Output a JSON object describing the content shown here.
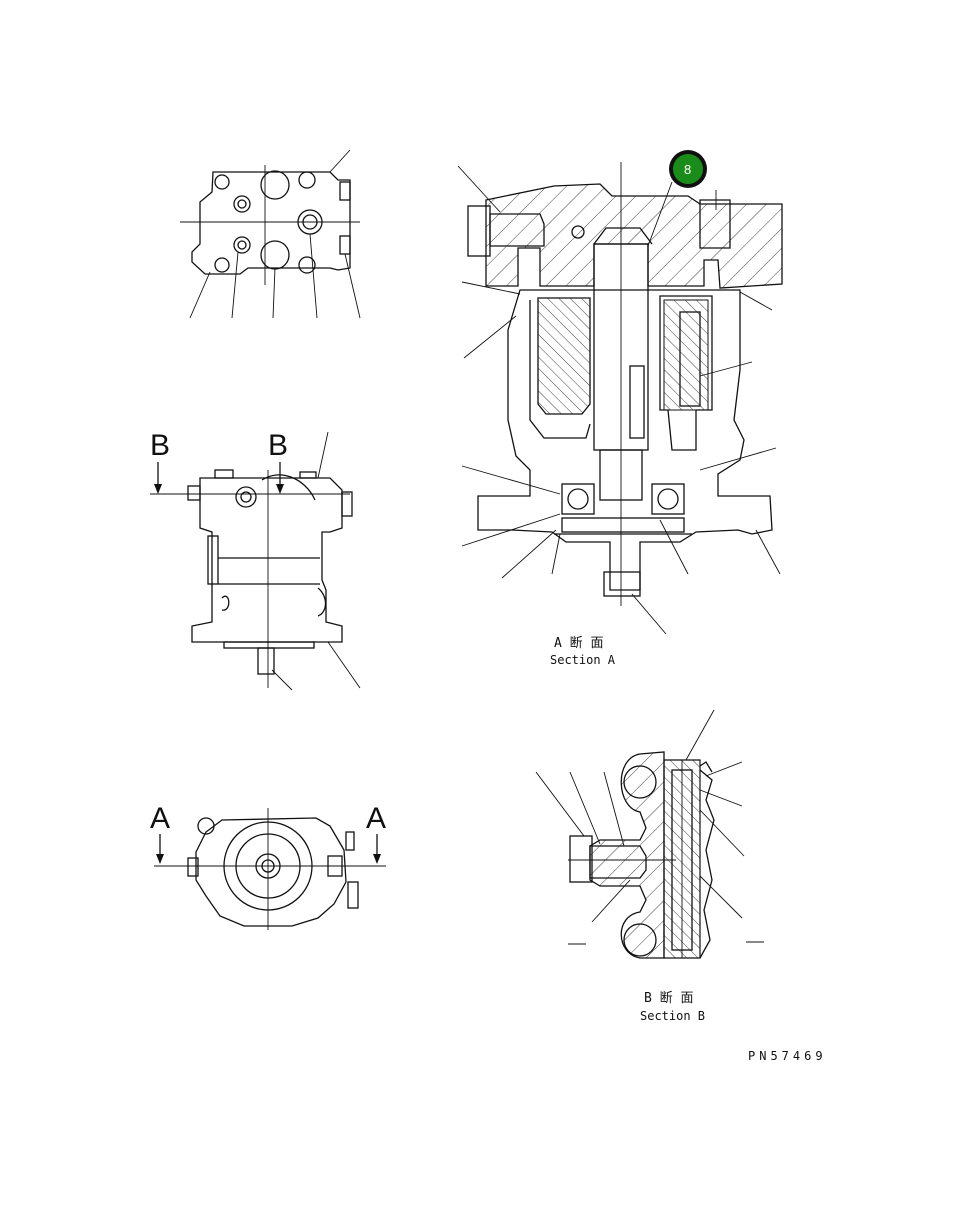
{
  "view_labels": {
    "b_left": "B",
    "b_right": "B",
    "a_left": "A",
    "a_right": "A"
  },
  "section_a": {
    "jp": "A 断 面",
    "en": "Section A"
  },
  "section_b": {
    "jp": "B 断 面",
    "en": "Section B"
  },
  "callout": {
    "number": "8",
    "color": "#1a8c1a"
  },
  "part_number": "PN57469"
}
